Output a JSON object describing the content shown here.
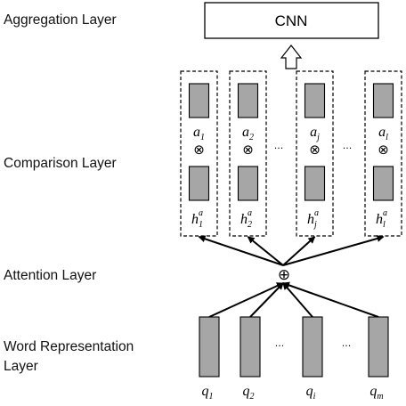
{
  "layers": {
    "aggregation": "Aggregation Layer",
    "comparison": "Comparison Layer",
    "attention": "Attention Layer",
    "word_representation_line1": "Word Representation",
    "word_representation_line2": "Layer"
  },
  "aggregation_box": {
    "label": "CNN"
  },
  "operators": {
    "combine": "⊕",
    "multiply": "⊗"
  },
  "ellipsis": "···",
  "comparison_units": [
    {
      "a_base": "a",
      "a_sub": "1",
      "h_base": "h",
      "h_sub": "1",
      "h_sup": "a"
    },
    {
      "a_base": "a",
      "a_sub": "2",
      "h_base": "h",
      "h_sub": "2",
      "h_sup": "a"
    },
    {
      "a_base": "a",
      "a_sub": "j",
      "h_base": "h",
      "h_sub": "j",
      "h_sup": "a"
    },
    {
      "a_base": "a",
      "a_sub": "l",
      "h_base": "h",
      "h_sub": "l",
      "h_sup": "a"
    }
  ],
  "word_vectors": [
    {
      "base": "q",
      "sub": "1"
    },
    {
      "base": "q",
      "sub": "2"
    },
    {
      "base": "q",
      "sub": "i"
    },
    {
      "base": "q",
      "sub": "m"
    }
  ],
  "colors": {
    "block_fill": "#a6a6a6",
    "stroke": "#000000"
  }
}
